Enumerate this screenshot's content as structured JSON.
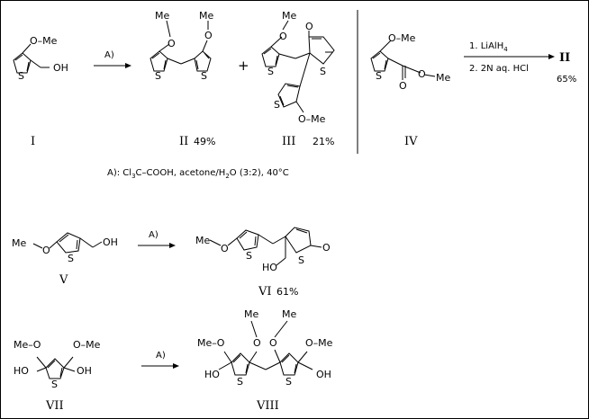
{
  "atoms": {
    "ome": "O–Me",
    "me_o": "Me–O",
    "me": "Me",
    "o": "O",
    "s": "S",
    "oh": "OH",
    "ho": "HO"
  },
  "reaction1": {
    "arrow_label": "A)",
    "plus": "+",
    "compounds": [
      {
        "label": "I",
        "yield": ""
      },
      {
        "label": "II",
        "yield": "49%"
      },
      {
        "label": "III",
        "yield": "21%"
      }
    ]
  },
  "reaction2": {
    "compound": "IV",
    "step1": "1. LiAlH",
    "step1_sub": "4",
    "step2": "2. 2N aq. HCl",
    "product": "II",
    "yield": "65%"
  },
  "conditions": {
    "prefix": "A): Cl",
    "sub3": "3",
    "mid": "C–COOH, acetone/H",
    "sub2": "2",
    "suffix": "O (3:2), 40°C"
  },
  "reaction3": {
    "arrow_label": "A)",
    "reactant": "V",
    "product": "VI",
    "yield": "61%"
  },
  "reaction4": {
    "arrow_label": "A)",
    "reactant": "VII",
    "product": "VIII"
  }
}
